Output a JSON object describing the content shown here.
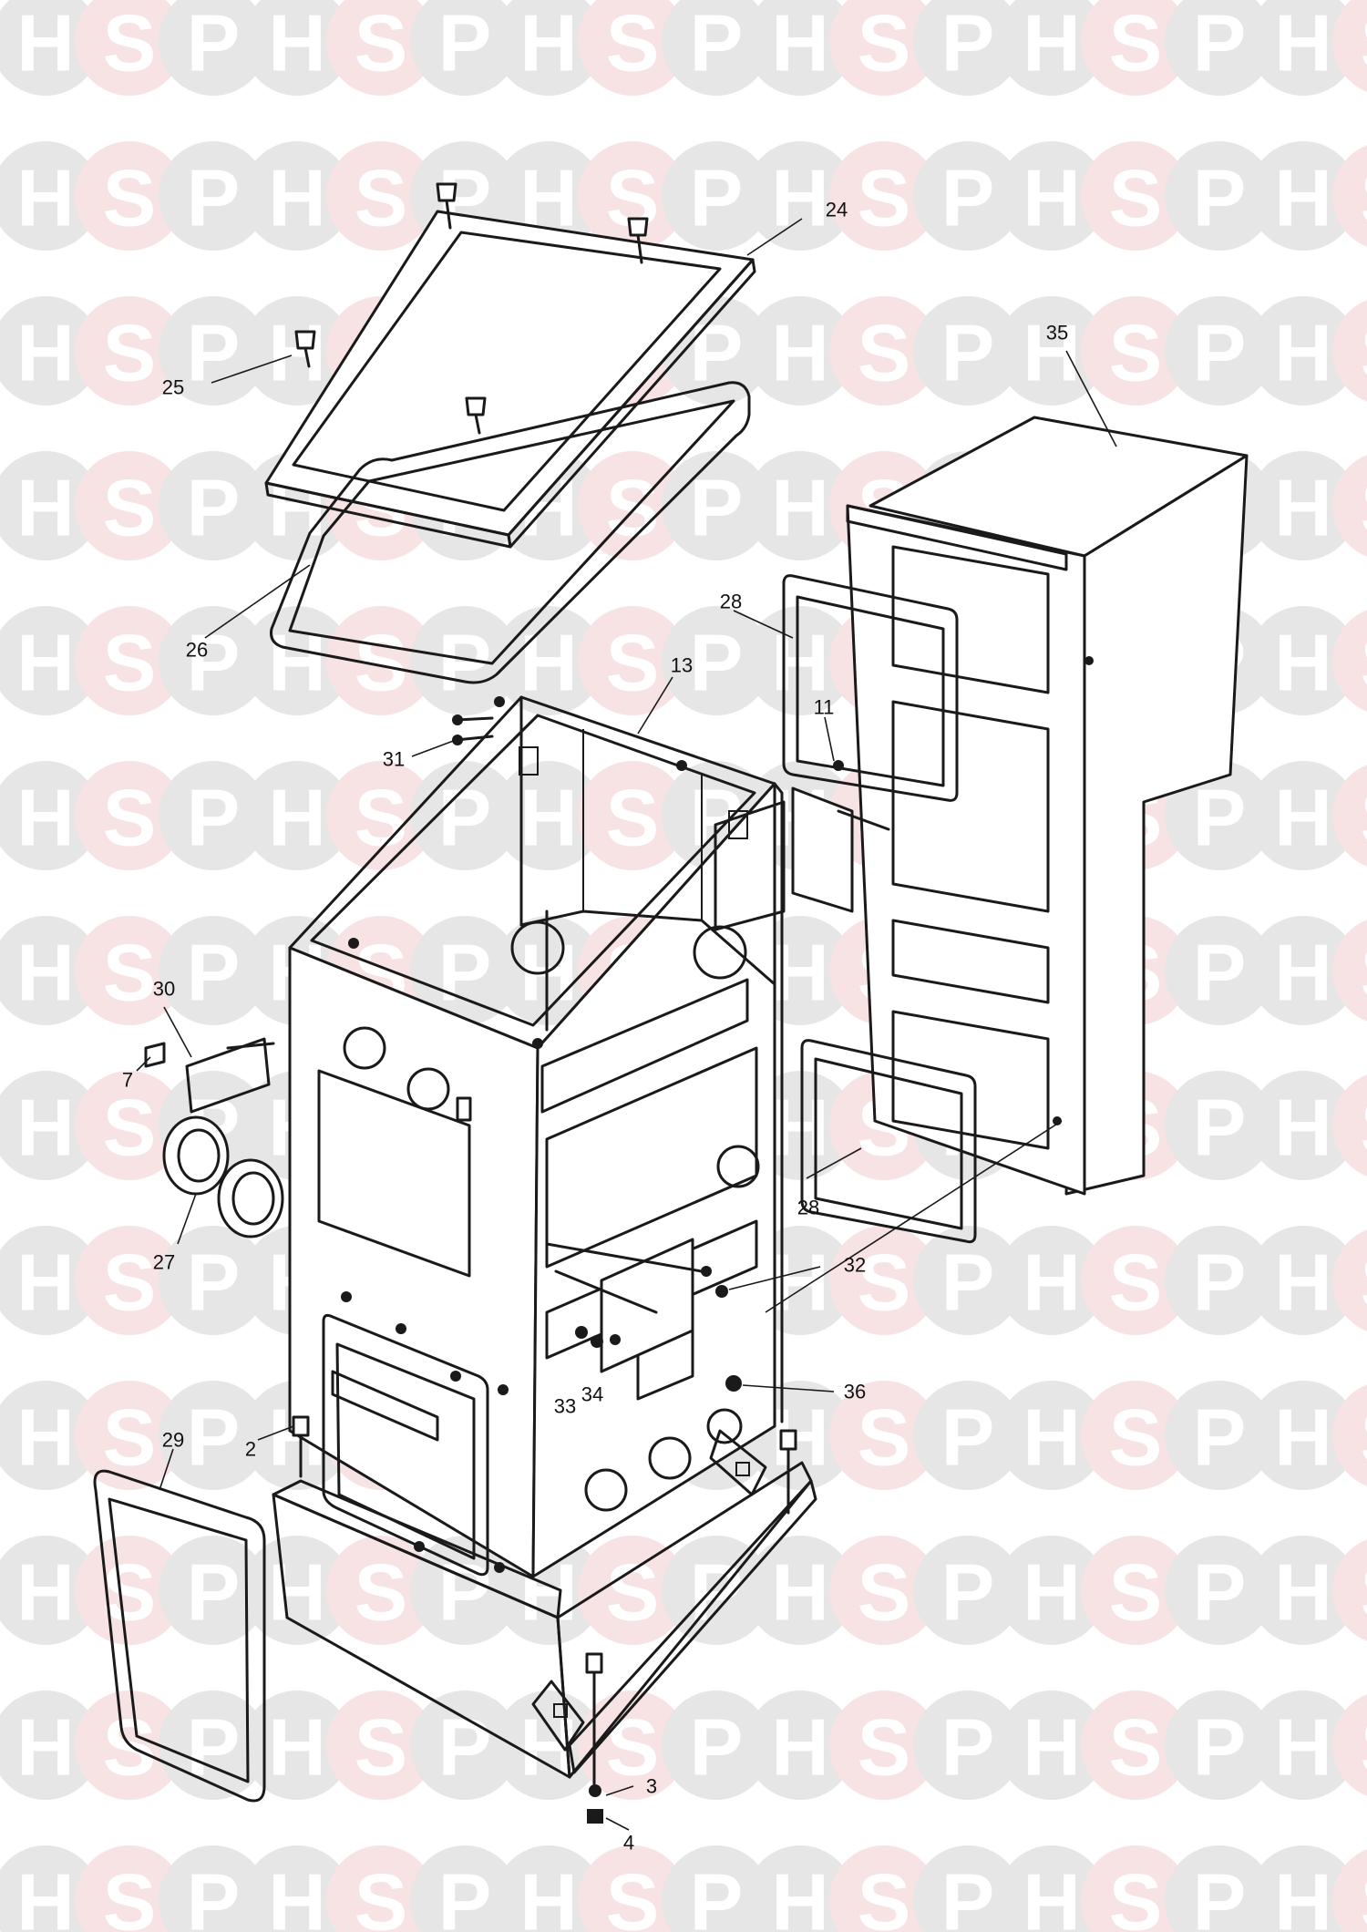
{
  "watermark": {
    "letters": [
      "H",
      "S",
      "P"
    ],
    "colors": {
      "H": "#e6e6e6",
      "S": "#f7e3e3",
      "P": "#e6e6e6"
    }
  },
  "diagram": {
    "callouts": [
      {
        "id": "c24",
        "label": "24"
      },
      {
        "id": "c25",
        "label": "25"
      },
      {
        "id": "c26",
        "label": "26"
      },
      {
        "id": "c35",
        "label": "35"
      },
      {
        "id": "c28a",
        "label": "28"
      },
      {
        "id": "c13",
        "label": "13"
      },
      {
        "id": "c11",
        "label": "11"
      },
      {
        "id": "c31",
        "label": "31"
      },
      {
        "id": "c30",
        "label": "30"
      },
      {
        "id": "c7",
        "label": "7"
      },
      {
        "id": "c27",
        "label": "27"
      },
      {
        "id": "c28b",
        "label": "28"
      },
      {
        "id": "c32",
        "label": "32"
      },
      {
        "id": "c33",
        "label": "33"
      },
      {
        "id": "c34",
        "label": "34"
      },
      {
        "id": "c36",
        "label": "36"
      },
      {
        "id": "c2",
        "label": "2"
      },
      {
        "id": "c29",
        "label": "29"
      },
      {
        "id": "c3",
        "label": "3"
      },
      {
        "id": "c4",
        "label": "4"
      }
    ]
  }
}
